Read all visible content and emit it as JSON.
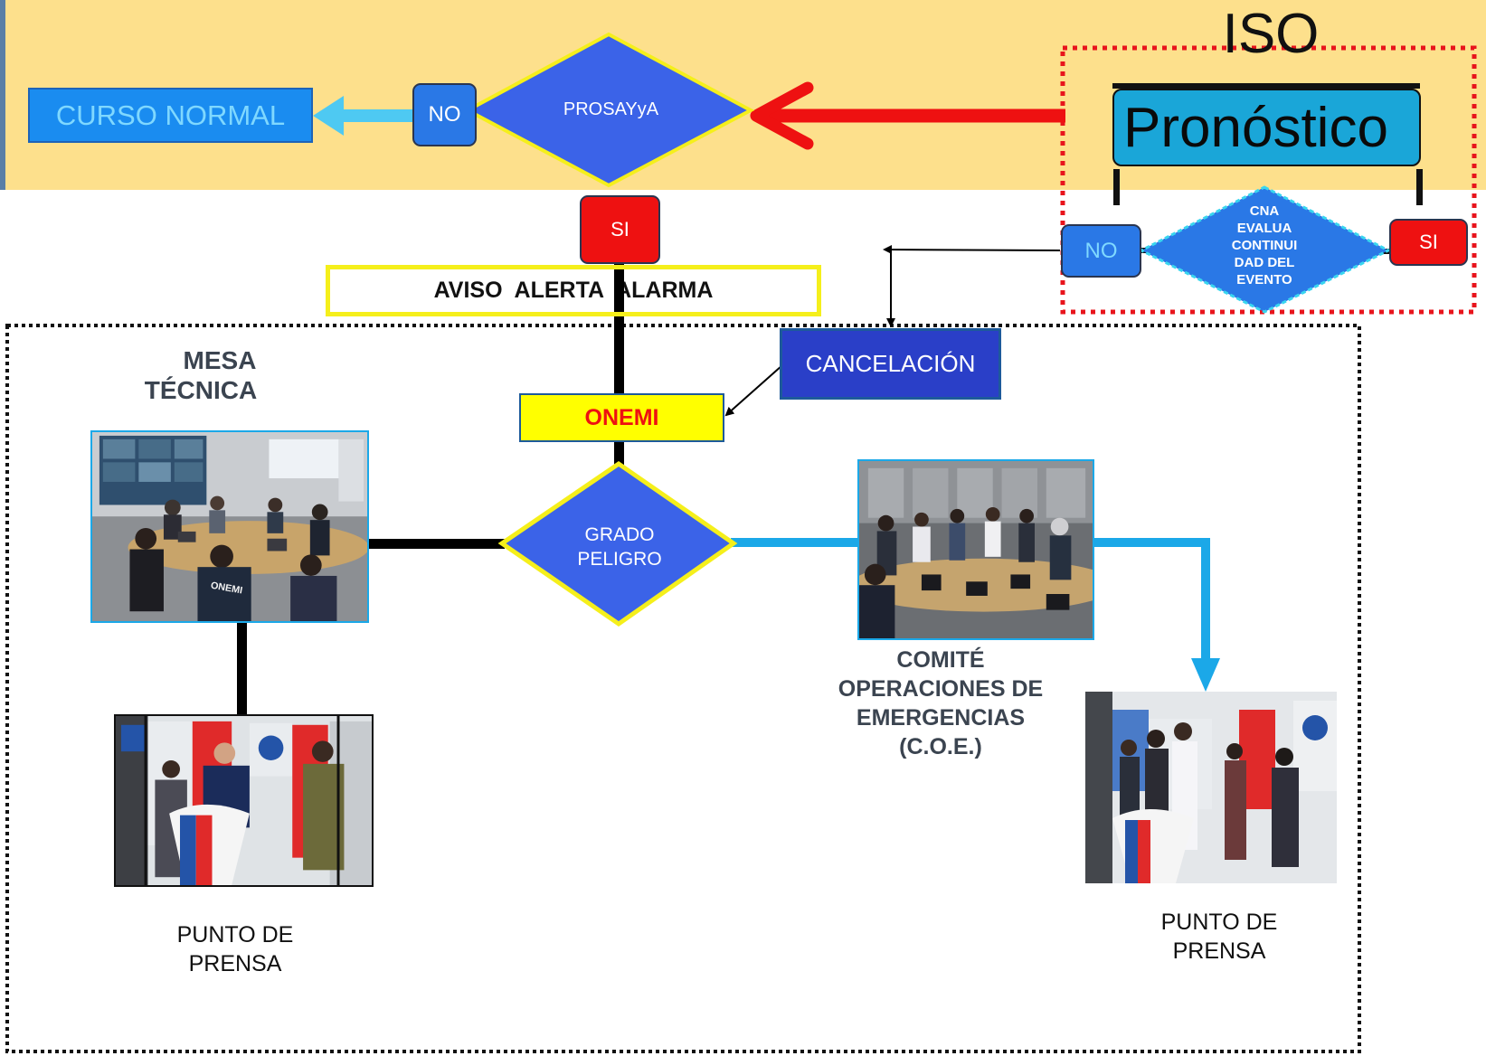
{
  "colors": {
    "band": "#fde08c",
    "diamond_blue": "#3b63e8",
    "diamond_border": "#f5ef1b",
    "curso_blue": "#1a8cf0",
    "no_blue": "#2a78e6",
    "si_red": "#ee1111",
    "cancel_blue": "#2a3fc8",
    "arrow_red": "#ee1111",
    "arrow_cyan": "#4ec9f2",
    "coe_line": "#1ba8e8",
    "iso_dash": "#e8141c",
    "pron_box": "#1aa6d8",
    "onemi_box": "#ffff00",
    "label_gray": "#3b4450"
  },
  "iso": {
    "title": "ISO",
    "box_label": "Pronóstico"
  },
  "top_flow": {
    "curso_normal": "CURSO NORMAL",
    "no_label": "NO",
    "prosayya": "PROSAYyA",
    "si_label": "SI"
  },
  "cna": {
    "diamond_text": [
      "CNA",
      "EVALUA",
      "CONTINUI",
      "DAD DEL",
      "EVENTO"
    ],
    "no_label": "NO",
    "si_label": "SI"
  },
  "aviso": "AVISO  ALERTA  ALARMA",
  "cancelacion": "CANCELACIÓN",
  "onemi": "ONEMI",
  "grado_peligro": [
    "GRADO",
    "PELIGRO"
  ],
  "mesa_tecnica": [
    "MESA",
    "TÉCNICA"
  ],
  "coe": [
    "COMITÉ",
    "OPERACIONES DE",
    "EMERGENCIAS",
    "(C.O.E.)"
  ],
  "punto_prensa_left": [
    "PUNTO DE",
    "PRENSA"
  ],
  "punto_prensa_right": [
    "PUNTO DE",
    "PRENSA"
  ],
  "photo_texts": {
    "mesa_jacket": "ONEMI"
  }
}
